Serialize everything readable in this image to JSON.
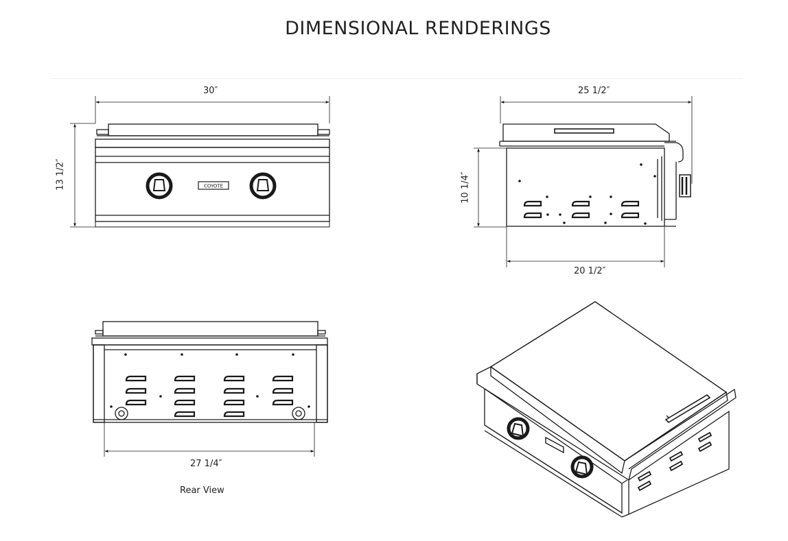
{
  "page": {
    "title": "DIMENSIONAL RENDERINGS"
  },
  "front_view": {
    "width_label": "30″",
    "height_label": "13 1/2″",
    "badge_text": "COYOTE"
  },
  "side_view": {
    "depth_label": "25 1/2″",
    "height_label": "10 1/4″",
    "cutout_depth_label": "20 1/2″"
  },
  "rear_view": {
    "width_label": "27 1/4″",
    "caption": "Rear View"
  },
  "colors": {
    "line": "#1a1a1a",
    "background": "#ffffff",
    "rule": "#f1f1f1"
  }
}
